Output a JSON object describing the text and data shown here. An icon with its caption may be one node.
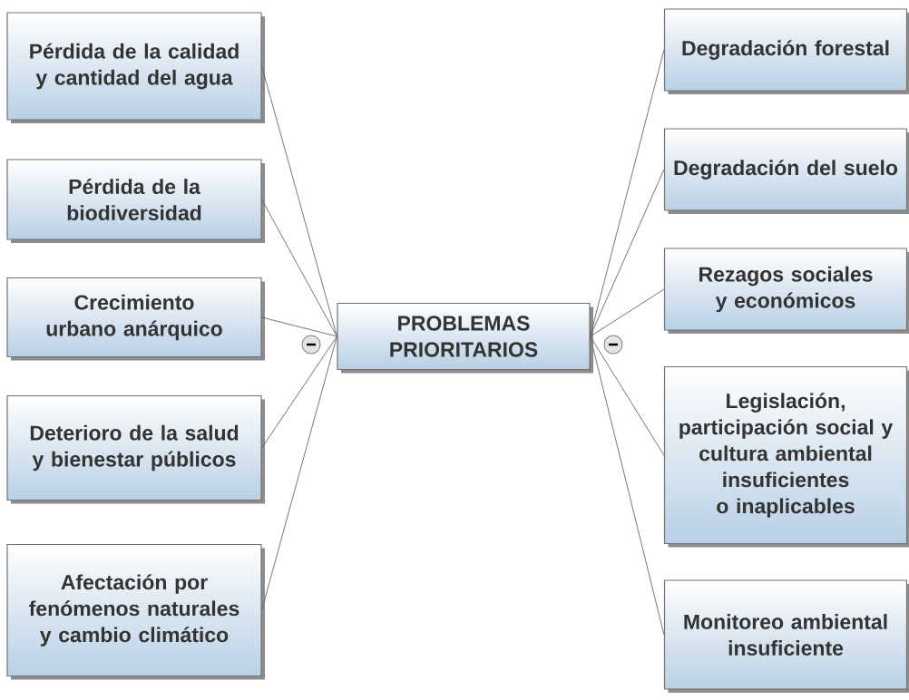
{
  "diagram": {
    "nodes": [
      {
        "text": [
          "PROBLEMAS PRIORITARIOS"
        ]
      },
      {
        "text": [
          "Pérdida de la calidad y cantidad del agua"
        ]
      },
      {
        "text": [
          "Pérdida de la biodiversidad"
        ]
      },
      {
        "text": [
          "Crecimiento urbano anárquico"
        ]
      },
      {
        "text": [
          "Deterioro de la salud y bienestar públicos"
        ]
      },
      {
        "text": [
          "Afectación por fenómenos naturales y cambio climático"
        ]
      },
      {
        "text": [
          "Degradación forestal"
        ]
      },
      {
        "text": [
          "Degradación del suelo"
        ]
      },
      {
        "text": [
          "Rezagos sociales y económicos"
        ]
      },
      {
        "text": [
          "Legislación, participación social y cultura ambiental insuficientes o inaplicables"
        ]
      },
      {
        "text": [
          "Monitoreo ambiental insuficiente"
        ]
      }
    ],
    "edges": [
      {
        "from": 0,
        "to": 1,
        "arrow": "none"
      },
      {
        "from": 0,
        "to": 2,
        "arrow": "none"
      },
      {
        "from": 0,
        "to": 3,
        "arrow": "none"
      },
      {
        "from": 0,
        "to": 4,
        "arrow": "none"
      },
      {
        "from": 0,
        "to": 5,
        "arrow": "none"
      },
      {
        "from": 0,
        "to": 6,
        "arrow": "none"
      },
      {
        "from": 0,
        "to": 7,
        "arrow": "none"
      },
      {
        "from": 0,
        "to": 8,
        "arrow": "none"
      },
      {
        "from": 0,
        "to": 9,
        "arrow": "none"
      },
      {
        "from": 0,
        "to": 10,
        "arrow": "none"
      }
    ]
  }
}
